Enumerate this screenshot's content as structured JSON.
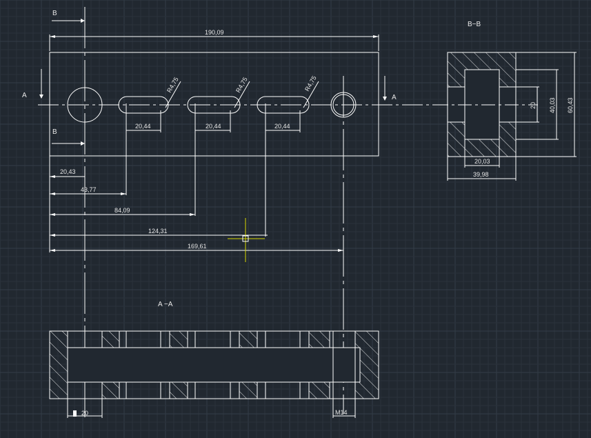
{
  "colors": {
    "background": "#212830",
    "grid_minor": "#2a323b",
    "grid_major": "#343d47",
    "line": "#ffffff",
    "cursor": "#d8d800"
  },
  "views": {
    "top": {
      "section_a_left": "A",
      "section_a_right": "A",
      "section_b_top": "B",
      "section_b_bottom": "B",
      "overall_length": "190,09",
      "slot_radius_1": "R4,75",
      "slot_radius_2": "R4,75",
      "slot_radius_3": "R4,75",
      "slot_len_1": "20,44",
      "slot_len_2": "20,44",
      "slot_len_3": "20,44",
      "dim_1": "20,43",
      "dim_2": "43,77",
      "dim_3": "84,09",
      "dim_4": "124,31",
      "dim_5": "169,61"
    },
    "section_bb": {
      "title": "B−B",
      "inner_height": "20",
      "mid_height": "40,03",
      "outer_height": "60,43",
      "inner_width": "20,03",
      "outer_width": "39,98"
    },
    "section_aa": {
      "title": "A −A",
      "left_dim": "20",
      "thread": "M14"
    }
  }
}
